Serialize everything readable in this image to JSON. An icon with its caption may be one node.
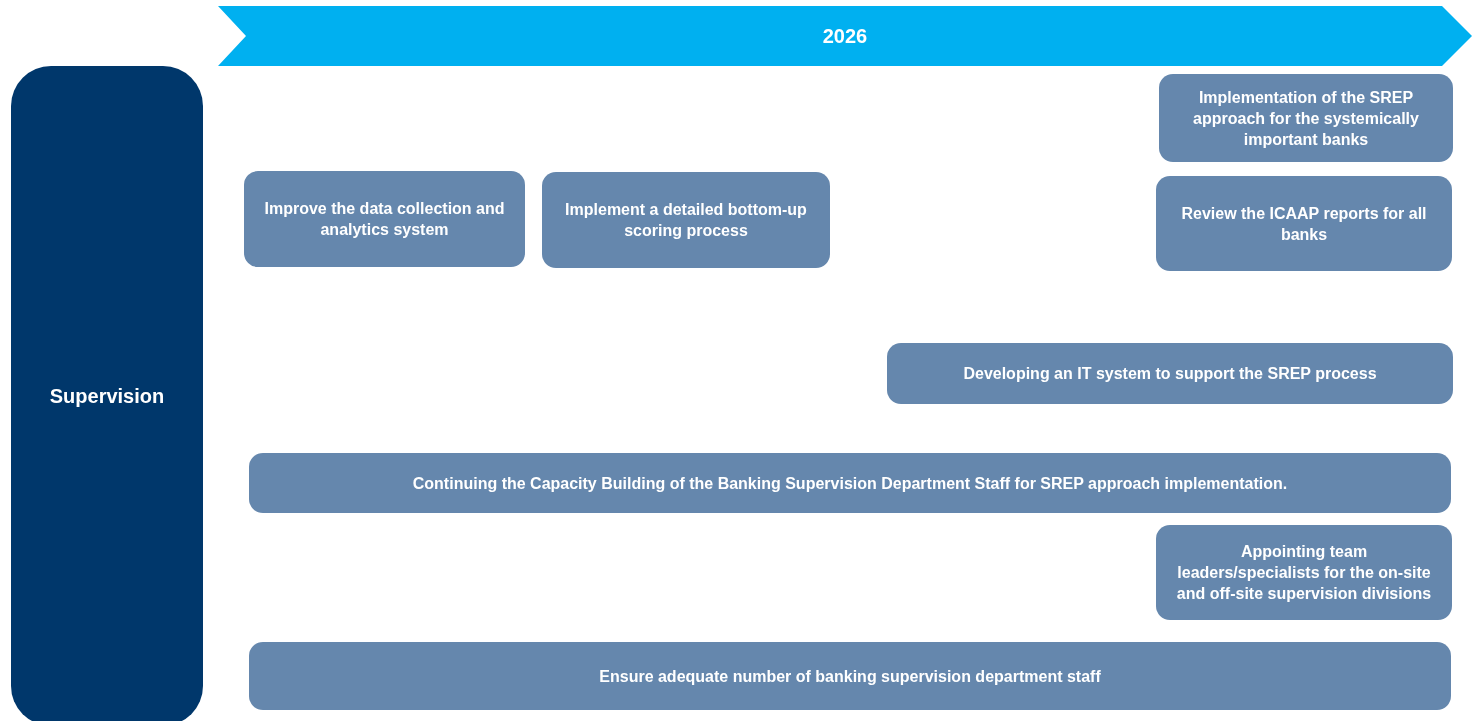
{
  "diagram": {
    "nodes": [
      {
        "text": [
          "2026"
        ]
      },
      {
        "text": [
          "Supervision"
        ]
      },
      {
        "text": [
          "Implementation of the SREP approach for the systemically important banks"
        ]
      },
      {
        "text": [
          "Improve the data collection and analytics system"
        ]
      },
      {
        "text": [
          "Implement a detailed bottom-up scoring process"
        ]
      },
      {
        "text": [
          "Review the ICAAP reports for all banks"
        ]
      },
      {
        "text": [
          "Developing an IT system to support the SREP process"
        ]
      },
      {
        "text": [
          "Continuing the Capacity Building of the Banking Supervision Department Staff for SREP approach implementation."
        ]
      },
      {
        "text": [
          "Appointing team leaders/specialists for the on-site and off-site supervision divisions"
        ]
      },
      {
        "text": [
          "Ensure adequate number of banking supervision department staff"
        ]
      }
    ]
  }
}
